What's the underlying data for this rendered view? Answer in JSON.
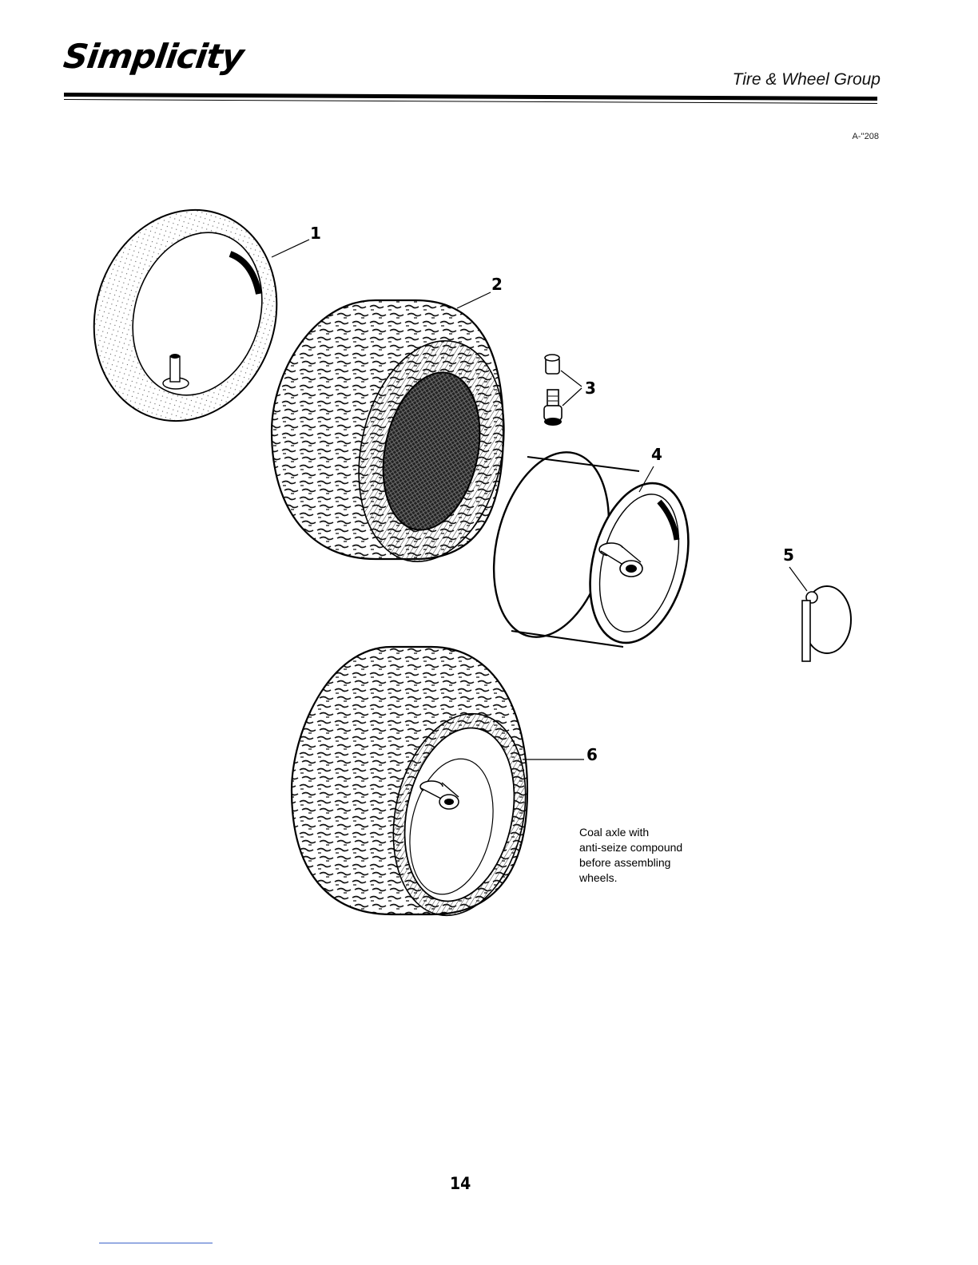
{
  "header": {
    "brand": "Simplicity",
    "section_title": "Tire & Wheel Group"
  },
  "figure": {
    "code": "A-''208",
    "callouts": [
      "1",
      "2",
      "3",
      "4",
      "5",
      "6"
    ],
    "parts": [
      {
        "ref": "1",
        "icon": "inner-tube-icon"
      },
      {
        "ref": "2",
        "icon": "turf-tire-icon"
      },
      {
        "ref": "3",
        "icon": "valve-stem-icon"
      },
      {
        "ref": "4",
        "icon": "wheel-rim-icon"
      },
      {
        "ref": "5",
        "icon": "lynch-pin-icon"
      },
      {
        "ref": "6",
        "icon": "tire-wheel-assembly-icon"
      }
    ],
    "note_lines": [
      "Coal axle with",
      "anti-seize compound",
      "before assembling",
      "wheels."
    ]
  },
  "footer": {
    "page_number": "14"
  }
}
